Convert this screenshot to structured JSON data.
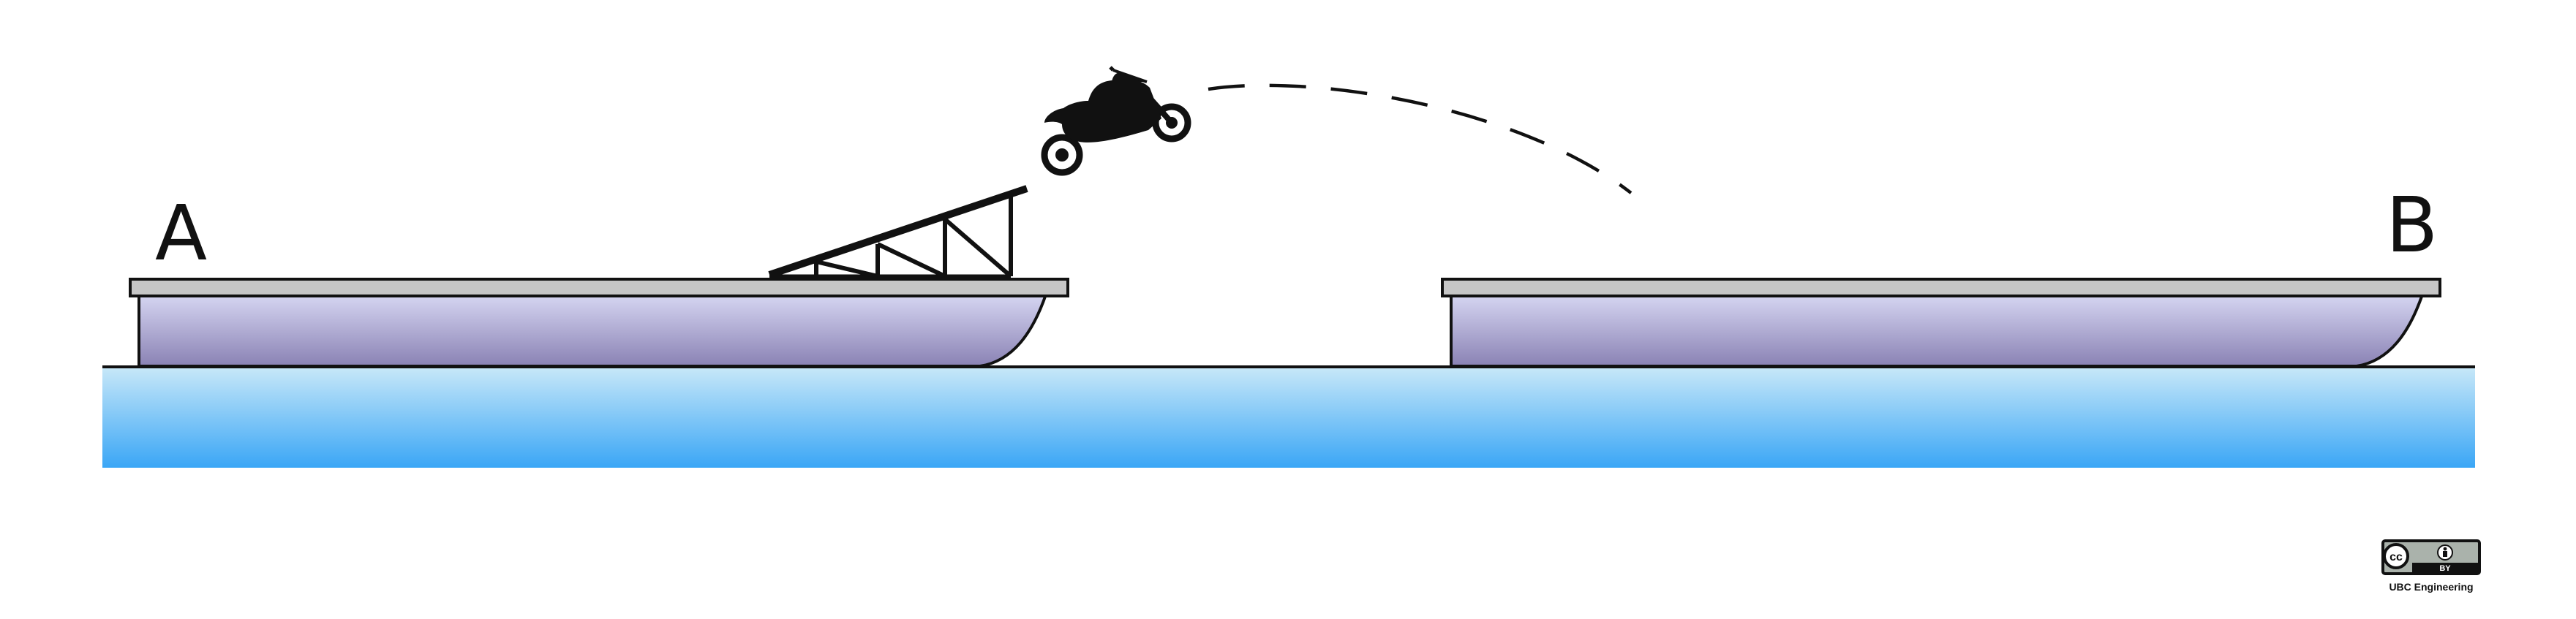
{
  "labels": {
    "start": "A",
    "end": "B"
  },
  "license": {
    "cc": "cc",
    "by": "BY",
    "credit": "UBC Engineering"
  },
  "colors": {
    "water_top": "#c8e8f8",
    "water_bottom": "#3aa6f6",
    "hull_top": "#d6d6f2",
    "hull_bottom": "#8a82b4",
    "deck": "#c6c6c6",
    "outline": "#111111"
  },
  "icons": [
    "motorcycle-icon",
    "creative-commons-icon",
    "attribution-icon"
  ]
}
